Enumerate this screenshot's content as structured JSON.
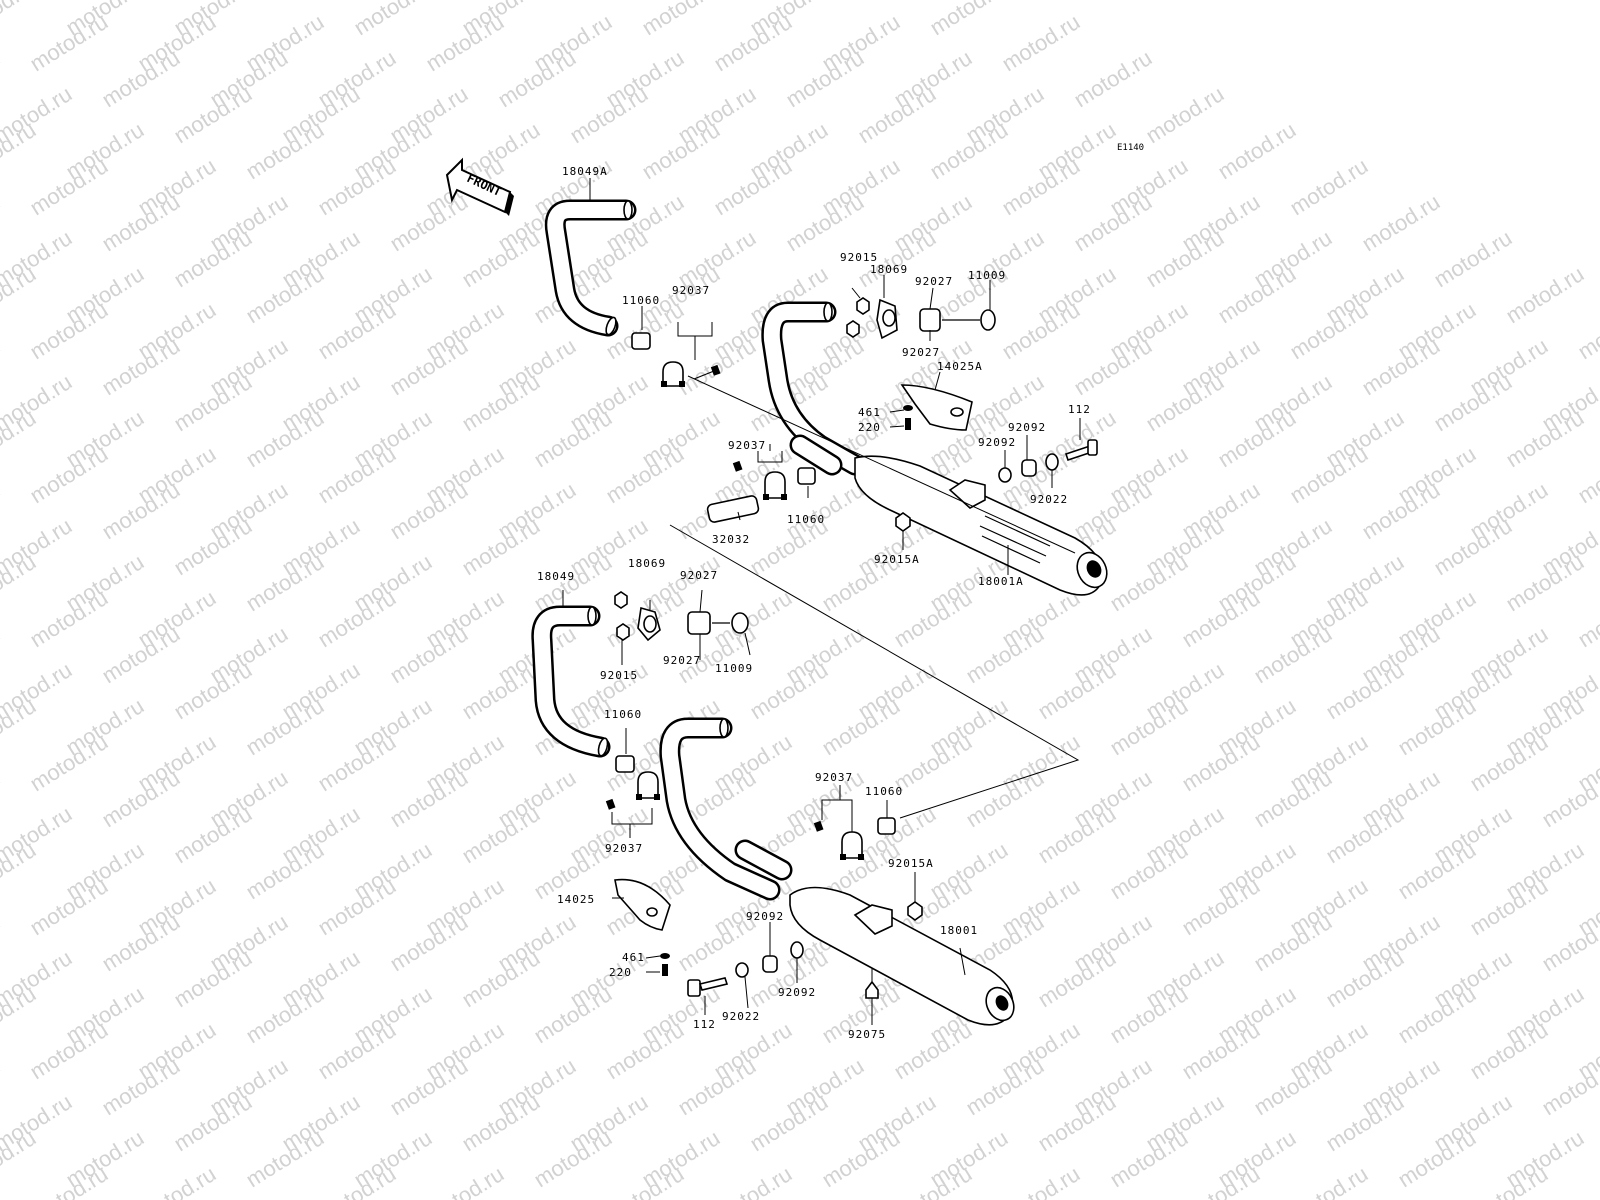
{
  "watermark": "motod.ru",
  "diagram_code": "E1140",
  "front_arrow": "FRONT",
  "labels": {
    "p18049A": "18049A",
    "p11060_a": "11060",
    "p92037_a": "92037",
    "p92015_a": "92015",
    "p18069_a": "18069",
    "p92027_a": "92027",
    "p11009_a": "11009",
    "p92027_b": "92027",
    "p14025A": "14025A",
    "p461_a": "461",
    "p220_a": "220",
    "p92092_a": "92092",
    "p92092_b": "92092",
    "p112_a": "112",
    "p92022_a": "92022",
    "p92037_b": "92037",
    "p11060_b": "11060",
    "p32032": "32032",
    "p92015A_a": "92015A",
    "p18001A": "18001A",
    "p18049": "18049",
    "p18069_b": "18069",
    "p92027_c": "92027",
    "p92027_d": "92027",
    "p11009_b": "11009",
    "p92015_b": "92015",
    "p11060_c": "11060",
    "p92037_c": "92037",
    "p92037_d": "92037",
    "p11060_d": "11060",
    "p92015A_b": "92015A",
    "p14025": "14025",
    "p18001": "18001",
    "p92092_c": "92092",
    "p461_b": "461",
    "p220_b": "220",
    "p92022_b": "92022",
    "p92092_d": "92092",
    "p112_b": "112",
    "p92075": "92075"
  }
}
